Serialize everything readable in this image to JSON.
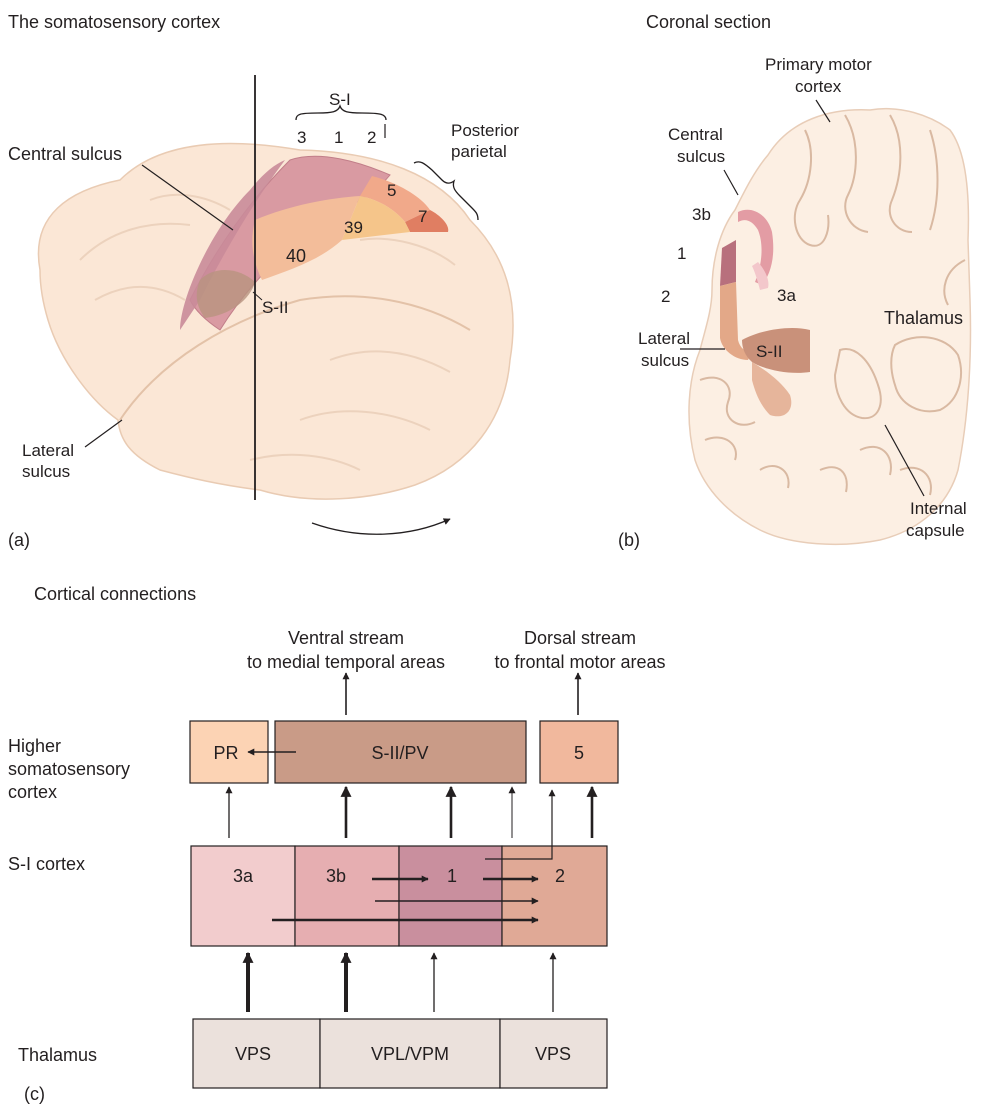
{
  "panel_a": {
    "title": "The somatosensory cortex",
    "label": "(a)",
    "s1_label": "S-I",
    "s1_areas": [
      "3",
      "1",
      "2"
    ],
    "posterior_parietal": [
      "Posterior",
      "parietal"
    ],
    "central_sulcus": "Central sulcus",
    "area_5": "5",
    "area_7": "7",
    "area_39": "39",
    "area_40": "40",
    "s2_label": "S-II",
    "lateral_sulcus": [
      "Lateral",
      "sulcus"
    ]
  },
  "panel_b": {
    "title": "Coronal section",
    "label": "(b)",
    "primary_motor": [
      "Primary motor",
      "cortex"
    ],
    "central_sulcus": [
      "Central",
      "sulcus"
    ],
    "area_3b": "3b",
    "area_1": "1",
    "area_2": "2",
    "area_3a": "3a",
    "lateral_sulcus": [
      "Lateral",
      "sulcus"
    ],
    "s2_label": "S-II",
    "thalamus": "Thalamus",
    "internal_capsule": [
      "Internal",
      "capsule"
    ]
  },
  "panel_c": {
    "title": "Cortical connections",
    "label": "(c)",
    "ventral_stream": [
      "Ventral stream",
      "to medial temporal areas"
    ],
    "dorsal_stream": [
      "Dorsal stream",
      "to frontal motor areas"
    ],
    "row_higher": [
      "Higher",
      "somatosensory",
      "cortex"
    ],
    "row_s1": "S-I cortex",
    "row_thalamus": "Thalamus",
    "higher_boxes": [
      "PR",
      "S-II/PV",
      "5"
    ],
    "s1_boxes": [
      "3a",
      "3b",
      "1",
      "2"
    ],
    "thalamus_boxes": [
      "VPS",
      "VPL/VPM",
      "VPS"
    ],
    "colors": {
      "pr": "#fcd3b4",
      "s2pv": "#c99b87",
      "area5": "#f1b89d",
      "a3a": "#f2cccd",
      "a3b": "#e6aeb1",
      "a1": "#c98f9e",
      "a2": "#e0a996",
      "thalamus": "#ebe1dc"
    }
  }
}
